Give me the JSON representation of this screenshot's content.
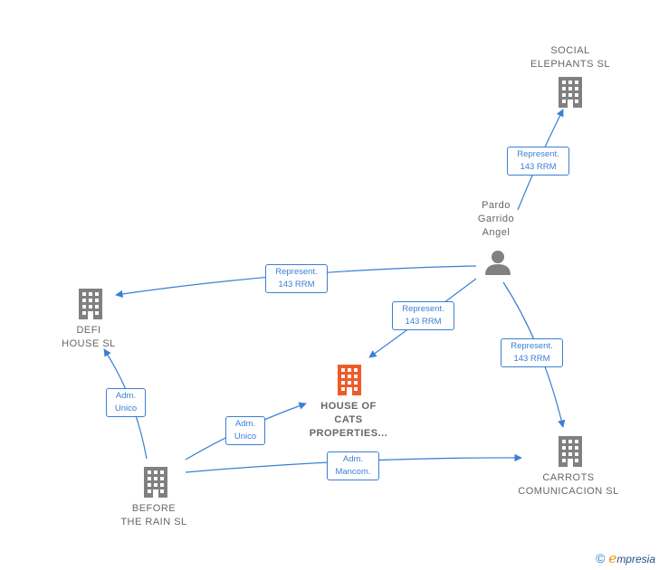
{
  "colors": {
    "edge": "#3a7fd5",
    "building": "#808080",
    "main_building": "#f05a28",
    "person": "#808080"
  },
  "nodes": {
    "social": {
      "line1": "SOCIAL",
      "line2": "ELEPHANTS SL"
    },
    "pardo": {
      "line1": "Pardo",
      "line2": "Garrido",
      "line3": "Angel"
    },
    "defi": {
      "line1": "DEFI",
      "line2": "HOUSE  SL"
    },
    "main": {
      "line1": "HOUSE OF",
      "line2": "CATS",
      "line3": "PROPERTIES..."
    },
    "carrots": {
      "line1": "CARROTS",
      "line2": "COMUNICACION SL"
    },
    "before": {
      "line1": "BEFORE",
      "line2": "THE RAIN SL"
    }
  },
  "edges": {
    "pardo_social": {
      "l1": "Represent.",
      "l2": "143 RRM"
    },
    "pardo_defi": {
      "l1": "Represent.",
      "l2": "143 RRM"
    },
    "pardo_main": {
      "l1": "Represent.",
      "l2": "143 RRM"
    },
    "pardo_carrots": {
      "l1": "Represent.",
      "l2": "143 RRM"
    },
    "before_defi": {
      "l1": "Adm.",
      "l2": "Unico"
    },
    "before_main": {
      "l1": "Adm.",
      "l2": "Unico"
    },
    "before_carrots": {
      "l1": "Adm.",
      "l2": "Mancom."
    }
  },
  "footer": {
    "copyright": "©",
    "brand_first": "e",
    "brand_rest": "mpresia"
  }
}
